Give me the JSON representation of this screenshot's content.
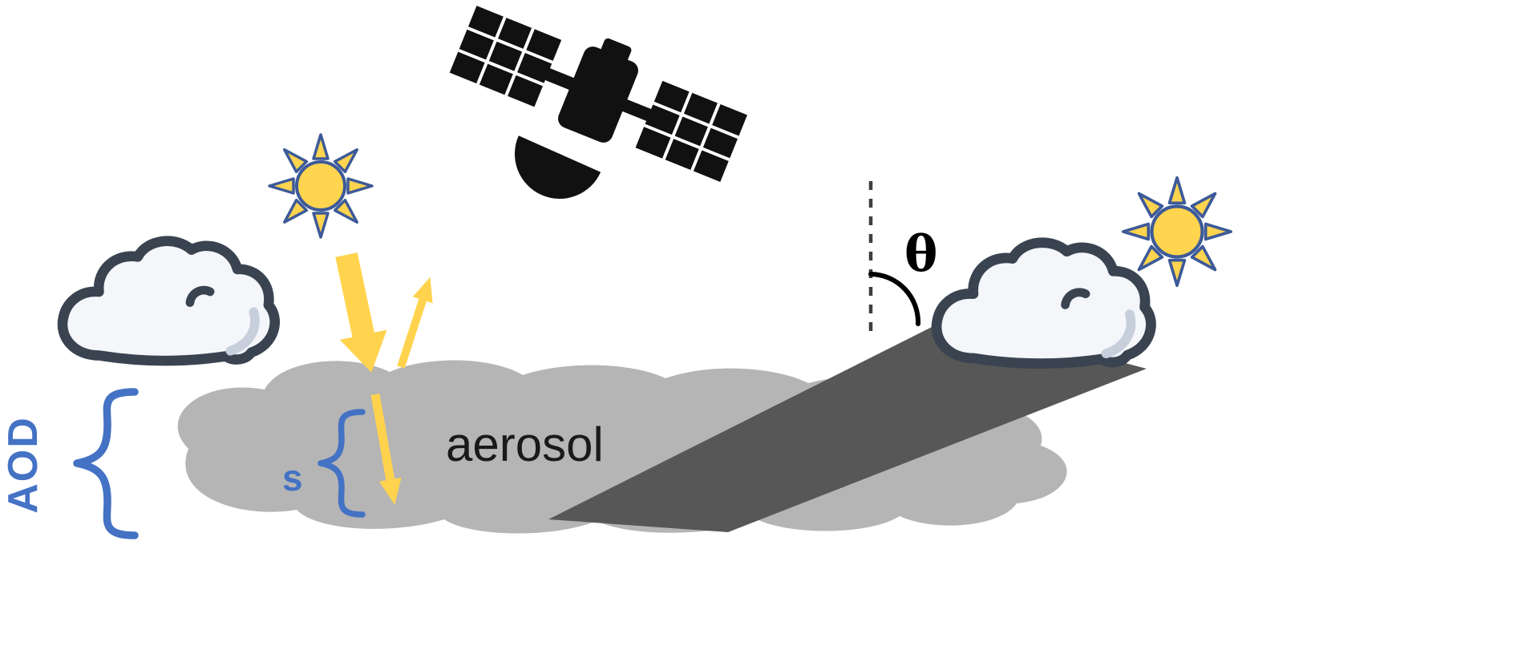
{
  "diagram": {
    "labels": {
      "aerosol": "aerosol",
      "aod": "AOD",
      "scattering": "s",
      "theta": "θ"
    },
    "colors": {
      "sun_fill": "#FFD44F",
      "sun_outline": "#3D5A98",
      "arrow_yellow": "#FFD34D",
      "cloud_fill": "#F4F6FA",
      "cloud_outline": "#3A4451",
      "cloud_shade": "#C6CFDB",
      "aerosol_layer": "#B5B5B5",
      "shadow_beam": "#575757",
      "label_blue": "#4472C4",
      "satellite": "#111111",
      "text_black": "#1A1A1A"
    },
    "icons": [
      "satellite-icon",
      "sun-icon",
      "cloud-icon",
      "aerosol-layer",
      "shadow-beam",
      "incident-sunlight-arrow",
      "scattered-sunlight-arrow",
      "transmitted-sunlight-arrow",
      "zenith-dashed-line",
      "view-angle-arc",
      "aod-brace",
      "s-brace"
    ]
  }
}
